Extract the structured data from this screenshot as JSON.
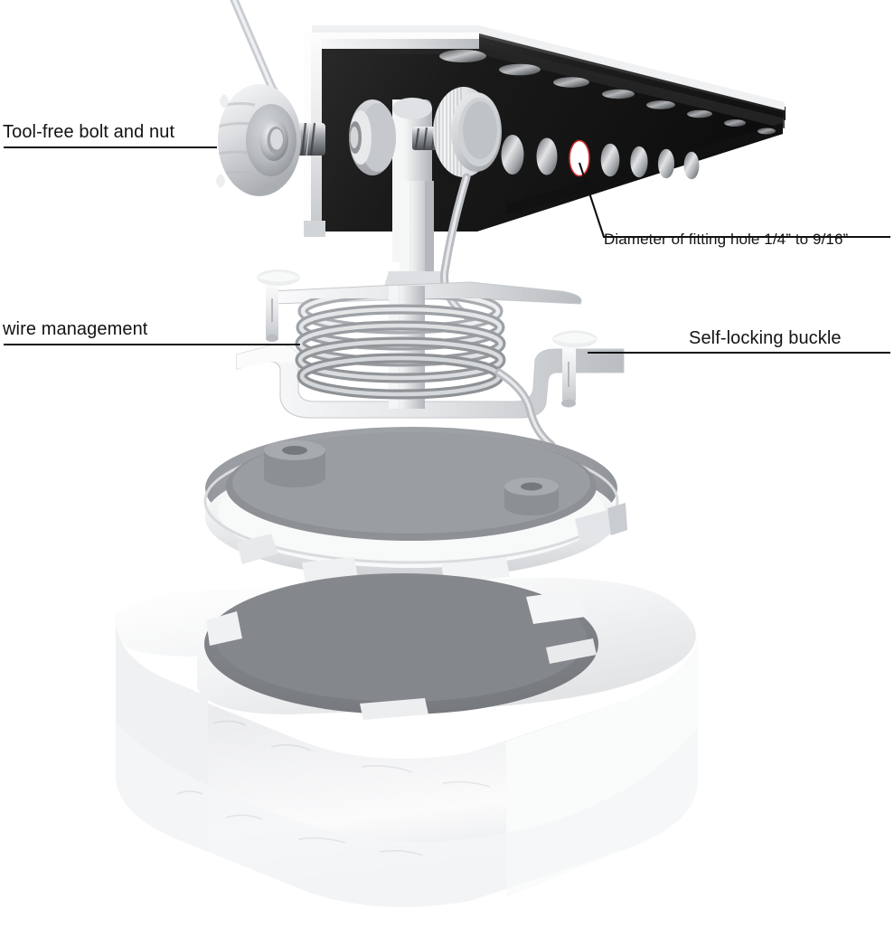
{
  "diagram": {
    "type": "exploded-view-product-illustration",
    "subject": "Beam-mounted enclosure with tool-free clamp, wire management coil and twist-lock housing",
    "background_color": "#ffffff",
    "callouts": [
      {
        "id": "tool-free-bolt-and-nut",
        "text": "Tool-free bolt and nut",
        "align": "left",
        "leader": "underline-horizontal",
        "points_to": "thumb-nut-and-bolt"
      },
      {
        "id": "diameter-of-fitting-hole",
        "text": "Diameter of fitting hole 1/4”   to  9/16”",
        "align": "left",
        "leader": "underline-with-diagonal",
        "points_to": "highlighted-mounting-hole"
      },
      {
        "id": "wire-management",
        "text": "wire management",
        "align": "left",
        "leader": "underline-horizontal",
        "points_to": "coiled-cable-tray"
      },
      {
        "id": "self-locking-buckle",
        "text": "Self-locking buckle",
        "align": "right",
        "leader": "underline-horizontal",
        "points_to": "buckle-pin-right"
      }
    ],
    "parts": [
      {
        "id": "mounting-beam",
        "name": "Perforated mounting beam",
        "color": "#1c1c1c"
      },
      {
        "id": "clamp-bracket",
        "name": "L-shaped clamp bracket",
        "color": "#e9eaec"
      },
      {
        "id": "thumb-nut",
        "name": "Lobed tool-free thumb nut",
        "color": "#dcdee1"
      },
      {
        "id": "knurled-knob",
        "name": "Knurled thumb knob",
        "color": "#e4e5e8"
      },
      {
        "id": "threaded-bolt",
        "name": "Threaded bolt",
        "color": "#8e9196"
      },
      {
        "id": "wire-tray",
        "name": "Wire management tray",
        "color": "#d9dbde"
      },
      {
        "id": "coiled-cable",
        "name": "Coiled power cable",
        "color": "#a9acb0"
      },
      {
        "id": "buckle-pin-left",
        "name": "Self-locking buckle pin",
        "color": "#e3e4e7"
      },
      {
        "id": "buckle-pin-right",
        "name": "Self-locking buckle pin",
        "color": "#e3e4e7"
      },
      {
        "id": "mounting-ring",
        "name": "Twist-lock mounting ring",
        "color": "#f2f3f4"
      },
      {
        "id": "housing-base",
        "name": "Rounded square housing",
        "color": "#f4f5f6"
      }
    ],
    "highlight": {
      "hole_fill": "#ffffff",
      "hole_stroke": "#d02a2a",
      "note": "one mounting hole rendered white with red outline"
    },
    "beam": {
      "hole_count_front": 10,
      "hole_count_top": 8,
      "highlighted_hole_index": 3
    },
    "colors": {
      "text": "#131313",
      "leader_line": "#101010",
      "metal_light": "#f1f2f3",
      "metal_mid": "#b9bcc0",
      "metal_dark": "#76797e",
      "beam_dark": "#151515",
      "accent_red": "#d02a2a"
    }
  }
}
